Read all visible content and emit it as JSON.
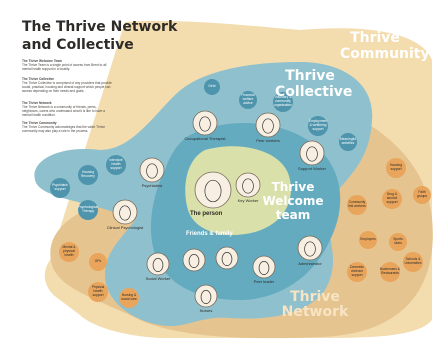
{
  "title_line1": "The Thrive Network",
  "title_line2": "and Collective",
  "intro": [
    {
      "head": "The Thrive Welcome Team",
      "body": "The Thrive Team is a single point of access from Brent to all mental health support in a locality."
    },
    {
      "head": "The Thrive Collective",
      "body": "The Thrive Collective is comprised of any providers that provide social, practical, housing and clinical support which people can access depending on their needs and goals."
    },
    {
      "head": "The Thrive Network",
      "body": "The Thrive Network is a community of friends, peers, neighbours, carers who understand what it is like to have a mental health condition."
    },
    {
      "head": "The Thrive Community",
      "body": "The Thrive Community acknowledges that the wider Thrive community may also play a role in the process."
    }
  ],
  "zones": {
    "community": "Thrive Community",
    "collective": "Thrive Collective",
    "welcome": "Thrive Welcome team",
    "network": "Thrive Network"
  },
  "center": {
    "person": "The person",
    "friends": "Friends & family"
  },
  "people": [
    {
      "label": "Occupational Therapist"
    },
    {
      "label": "Peer workers"
    },
    {
      "label": "Support Worker"
    },
    {
      "label": "Psychiatrist"
    },
    {
      "label": "Clinical Psychologist"
    },
    {
      "label": "Key Worker"
    },
    {
      "label": "Social Worker"
    },
    {
      "label": "Administrator"
    },
    {
      "label": "Peer leader"
    },
    {
      "label": "Nurses"
    }
  ],
  "collective_nodes": [
    {
      "label": "Debt"
    },
    {
      "label": "Financial welfare advice"
    },
    {
      "label": "Voluntary & community organisation"
    },
    {
      "label": "Employment & wellbeing support"
    },
    {
      "label": "Meaningful activities"
    },
    {
      "label": "Housing support"
    },
    {
      "label": "Drug & alcohol support"
    },
    {
      "label": "Faith groups"
    },
    {
      "label": "Employers"
    },
    {
      "label": "Sports clubs"
    },
    {
      "label": "Schools & Universities"
    }
  ],
  "left_nodes": [
    {
      "label": "Psychiatric support"
    },
    {
      "label": "Housing Recovery"
    },
    {
      "label": "Intensive health support"
    },
    {
      "label": "Psychological Therapy"
    }
  ],
  "network_nodes": [
    {
      "label": "Community link workers"
    },
    {
      "label": "Neighbours"
    },
    {
      "label": "Domestic violence support"
    },
    {
      "label": "Businesses & Restaurants"
    },
    {
      "label": "Mental & physical health"
    },
    {
      "label": "GPs"
    },
    {
      "label": "Physical health support"
    },
    {
      "label": "Nursing & social care"
    }
  ],
  "colors": {
    "community": "#f3dcae",
    "network": "#e6c48f",
    "collective": "#8fc0cd",
    "welcome": "#64abc0",
    "center": "#d9e0a9",
    "node_blue": "#4d94ac",
    "node_orange": "#e8a55b"
  }
}
